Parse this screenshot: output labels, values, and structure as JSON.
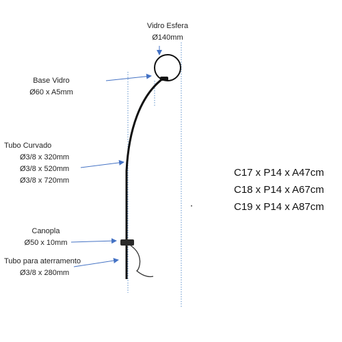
{
  "labels": {
    "vidro_esfera": {
      "name": "Vidro Esfera",
      "spec": "Ø140mm"
    },
    "base_vidro": {
      "name": "Base Vidro",
      "spec": "Ø60 x A5mm"
    },
    "tubo_curvado": {
      "name": "Tubo Curvado",
      "specs": [
        "Ø3/8 x 320mm",
        "Ø3/8 x 520mm",
        "Ø3/8 x 720mm"
      ]
    },
    "canopla": {
      "name": "Canopla",
      "spec": "Ø50 x 10mm"
    },
    "tubo_aterramento": {
      "name": "Tubo para aterramento",
      "spec": "Ø3/8 x 280mm"
    }
  },
  "dimensions": [
    "C17 x P14 x A47cm",
    "C18 x P14 x A67cm",
    "C19 x P14 x A87cm"
  ],
  "colors": {
    "arrow": "#4472c4",
    "guide": "#5b8fc9",
    "fixture": "#111111"
  }
}
